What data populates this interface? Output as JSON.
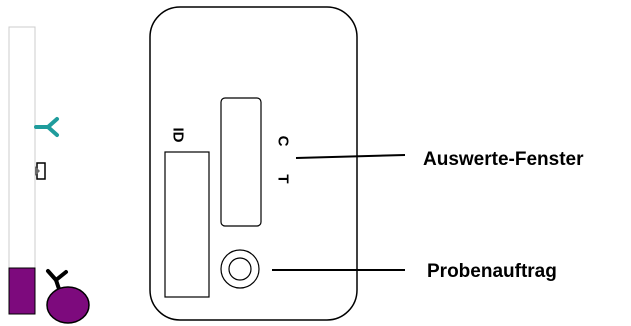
{
  "cassette": {
    "id_label": "ID",
    "control_label": "C",
    "test_label": "T"
  },
  "callouts": {
    "window_label": "Auswerte-Fenster",
    "sample_label": "Probenauftrag"
  },
  "colors": {
    "antibody_teal": "#1f9c9c",
    "sample_purple": "#7d0a7d",
    "strip_border": "#cccccc",
    "outline": "#000000"
  },
  "icons": {
    "capture_antibody": "y-shaped-antibody-icon",
    "gold_conjugate_antibody": "y-shaped-antibody-icon",
    "sample_droplet": "ellipse-droplet-icon",
    "sample_well": "concentric-circle-icon"
  }
}
